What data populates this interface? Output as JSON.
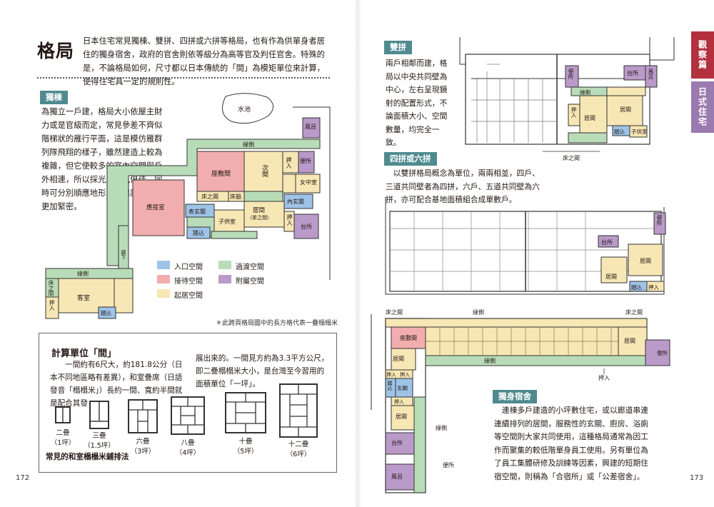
{
  "pages": {
    "left_number": "172",
    "right_number": "173"
  },
  "side_tabs": {
    "tab1": {
      "label": "觀察篇",
      "color": "#b3303e"
    },
    "tab2": {
      "label": "日式住宅",
      "color": "#9b7ab0"
    }
  },
  "heading": {
    "title": "格局"
  },
  "intro": {
    "text": "日本住宅常見獨棟、雙拼、四拼或六拼等格局，也有作為供單身者居住的獨身宿舍，政府的官舍則依等級分為高等官及判任官舍。特殊的是，不論格局如何，尺寸都以日本傳統的「間」為模矩單位來計算，使得住宅具一定的規則性。"
  },
  "single": {
    "label": "獨棟",
    "text": "為獨立一戶建，格局大小依屋主財力或是官級而定，常見參差不齊似階梯狀的雁行平面，這是模仿雁群列隊飛翔的樣子，雖然建造上較為複雜，但它使較多的室內空間與戶外相連，所以採光及通風俱佳，同時可分別順應地形，並與庭院關係更加緊密。"
  },
  "double": {
    "label": "雙拼",
    "text": "兩戶相鄰而建，格局以中央共同壁為中心，左右呈現鏡射的配置形式，不論面積大小、空間數量，均完全一致。"
  },
  "quad": {
    "label": "四拼或六拼",
    "text": "以雙拼格局概念為單位，兩兩相並，四戶、三道共同壁者為四拼，六戶、五道共同壁為六拼，亦可配合基地面積組合成單數戶。"
  },
  "dorm": {
    "label": "獨身宿舍",
    "text": "連棟多戶建造的小坪數住宅，或以廊道串連連續排列的居間，服務性的玄關、廚房、浴廁等空間則大家共同使用，這種格局通常為因工作而聚集的較低階單身員工使用。另有單位為了員工集體研修及訓練等因素，興建的短期住宿空間，則稱為「合宿所」或「公差宿舍」。"
  },
  "legend": {
    "entry": {
      "label": "入口空間",
      "color": "#9ec3e6"
    },
    "passage": {
      "label": "過渡空間",
      "color": "#b8dcb8"
    },
    "reception": {
      "label": "接待空間",
      "color": "#f2aeae"
    },
    "service": {
      "label": "附屬空間",
      "color": "#b99ac8"
    },
    "living": {
      "label": "起居空間",
      "color": "#f7e7b5"
    }
  },
  "plan_note": "＊此跨頁格局圖中的長方格代表一疊榻榻米",
  "single_plan": {
    "pond": "水池",
    "bath": "風呂",
    "engawa": "緣側",
    "oshiire": "押入",
    "toilet": "便所",
    "zashiki": "座敷間",
    "tsugi": "次間",
    "jochu": "女中室",
    "tokonoma": "床之間",
    "engawa_small": "床脇",
    "oukan": "應接室",
    "omote": "表玄關",
    "uchi": "內玄關",
    "ima": "居間",
    "chanoma": "（茶之間）",
    "kodomo": "子供室",
    "kitchen": "台所",
    "tatami_entry": "踏込",
    "corridor": "廊下",
    "guest": "客室"
  },
  "double_plan": {
    "toilet": "便所",
    "engawa": "緣側",
    "kitchen": "台所",
    "bath": "風呂",
    "oshiire": "押入",
    "ima": "居間",
    "room": "居間",
    "entry": "踏込",
    "kodomo": "子供室",
    "tokonoma": "床之間"
  },
  "quad_plan": {
    "toilet": "便所",
    "kitchen": "台所",
    "ima": "居間",
    "entry": "踏込",
    "oshiire": "押入"
  },
  "dorm_plan": {
    "tokonoma": "床之間",
    "engawa": "緣側",
    "zashiki": "座敷間",
    "ima": "居間",
    "oshiire": "押入",
    "entry": "踏込",
    "genkan": "玄關",
    "kitchen": "台所",
    "bath": "風呂",
    "toilet": "便所"
  },
  "unit_box": {
    "title": "計算單位「間」",
    "text1": "一間約有6尺大，約181.8公分（日本不同地區略有差異），和室疊席（日語發音「榻榻米」）長約一間、寬約半間就是配合其發",
    "text2": "展出來的。一間見方約為3.3平方公尺，即二疊榻榻米大小，是台灣至今習用的面積單位「一坪」。",
    "caption": "常見的和室榻榻米鋪排法",
    "items": [
      {
        "name": "二疊",
        "ping": "（1坪）"
      },
      {
        "name": "三疊",
        "ping": "（1.5坪）"
      },
      {
        "name": "六疊",
        "ping": "（3坪）"
      },
      {
        "name": "八疊",
        "ping": "（4坪）"
      },
      {
        "name": "十疊",
        "ping": "（5坪）"
      },
      {
        "name": "十二疊",
        "ping": "（6坪）"
      }
    ]
  }
}
